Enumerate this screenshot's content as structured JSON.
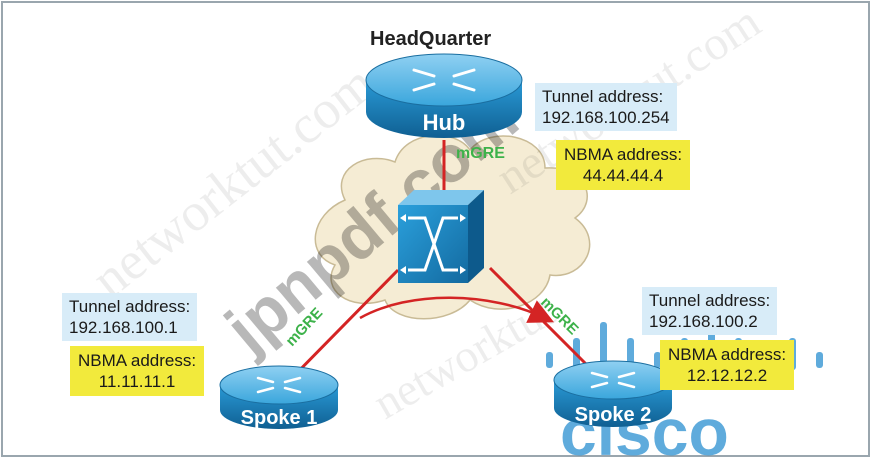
{
  "diagram": {
    "title": "HeadQuarter",
    "hub": {
      "label": "Hub",
      "tunnel_label": "Tunnel address:",
      "tunnel_ip": "192.168.100.254",
      "nbma_label": "NBMA address:",
      "nbma_ip": "44.44.44.4",
      "link_label": "mGRE"
    },
    "spoke1": {
      "label": "Spoke 1",
      "tunnel_label": "Tunnel address:",
      "tunnel_ip": "192.168.100.1",
      "nbma_label": "NBMA address:",
      "nbma_ip": "11.11.11.1",
      "link_label": "mGRE"
    },
    "spoke2": {
      "label": "Spoke 2",
      "tunnel_label": "Tunnel address:",
      "tunnel_ip": "192.168.100.2",
      "nbma_label": "NBMA address:",
      "nbma_ip": "12.12.12.2",
      "link_label": "mGRE"
    },
    "watermarks": [
      "networktut.com",
      "jpnpdf.com",
      "networktut.com",
      "networktut"
    ],
    "cisco_logo_text": "cisco",
    "colors": {
      "link": "#d42424",
      "router": "#1b7fb8",
      "cloud": "#f5ecd4",
      "tunnel_box": "#d8ecf8",
      "nbma_box": "#f2ea3c",
      "mgre_text": "#3db24a"
    }
  }
}
